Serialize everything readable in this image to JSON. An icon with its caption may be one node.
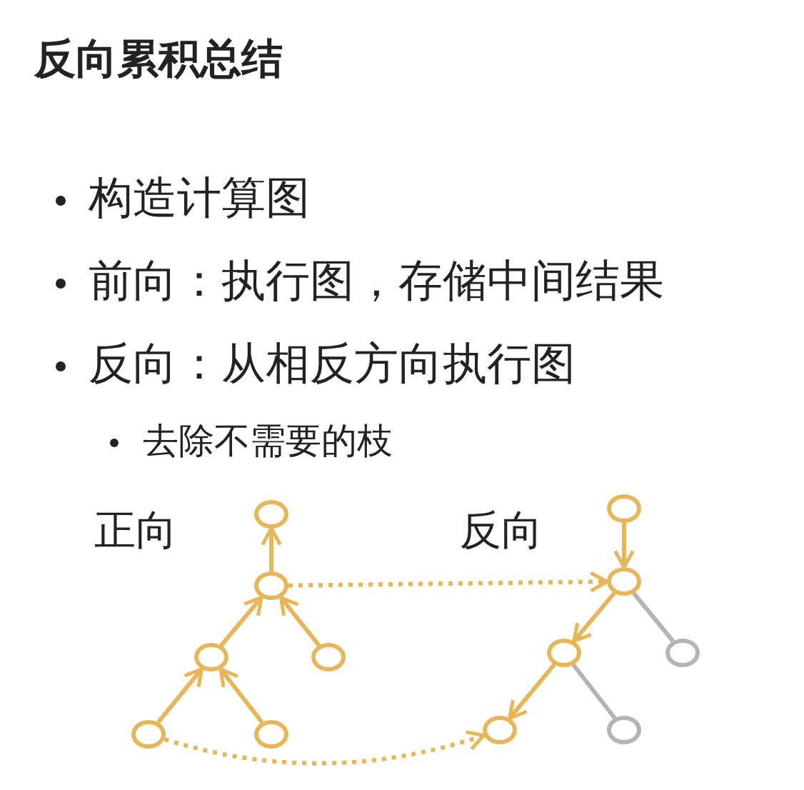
{
  "diagram": {
    "title": "反向累积总结",
    "nodes": [
      {
        "text": [],
        "shape": "circle"
      },
      {
        "text": [],
        "shape": "circle"
      },
      {
        "text": [],
        "shape": "circle"
      },
      {
        "text": [],
        "shape": "circle"
      },
      {
        "text": [],
        "shape": "circle"
      },
      {
        "text": [],
        "shape": "circle"
      },
      {
        "text": [],
        "shape": "circle"
      },
      {
        "text": [],
        "shape": "circle"
      },
      {
        "text": [],
        "shape": "circle"
      },
      {
        "text": [],
        "shape": "circle"
      },
      {
        "text": [],
        "shape": "circle"
      },
      {
        "text": [],
        "shape": "circle"
      }
    ],
    "edges": [
      {
        "from": 1,
        "to": 0,
        "arrow": "to"
      },
      {
        "from": 2,
        "to": 1,
        "arrow": "to"
      },
      {
        "from": 3,
        "to": 1,
        "arrow": "to"
      },
      {
        "from": 4,
        "to": 2,
        "arrow": "to"
      },
      {
        "from": 5,
        "to": 2,
        "arrow": "to"
      },
      {
        "from": 1,
        "to": 7,
        "arrow": "to",
        "style": "dashed"
      },
      {
        "from": 4,
        "to": 10,
        "arrow": "to",
        "style": "dashed"
      },
      {
        "from": 6,
        "to": 7,
        "arrow": "to"
      },
      {
        "from": 7,
        "to": 8,
        "arrow": "to"
      },
      {
        "from": 7,
        "to": 9,
        "arrow": "none",
        "color": "#b4b4b4"
      },
      {
        "from": 8,
        "to": 10,
        "arrow": "to"
      },
      {
        "from": 8,
        "to": 11,
        "arrow": "none",
        "color": "#b4b4b4"
      }
    ],
    "labels": [
      "构造计算图",
      "前向：执行图，存储中间结果",
      "反向：从相反方向执行图",
      "去除不需要的枝",
      "正向",
      "反向"
    ]
  }
}
